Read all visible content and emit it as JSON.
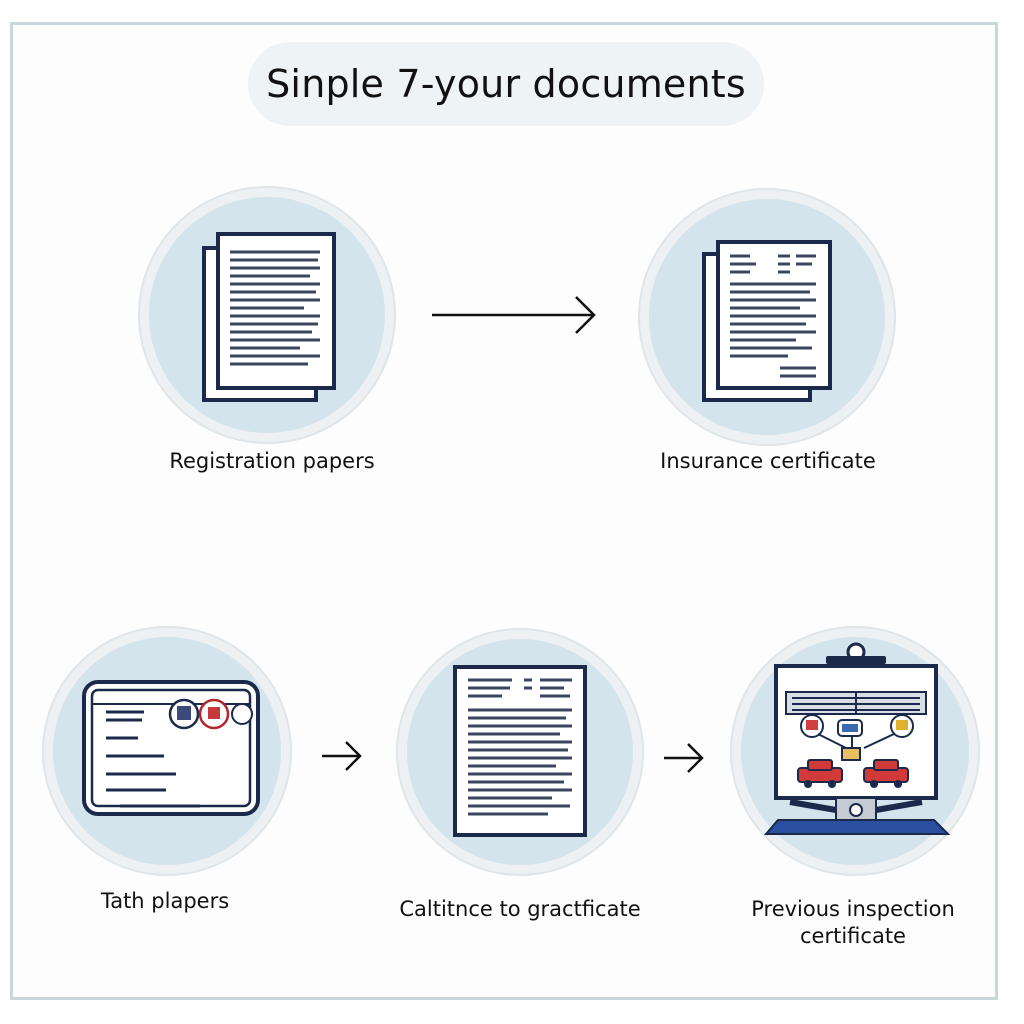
{
  "title": "Sinple 7-your documents",
  "items": [
    {
      "label": "Registration papers",
      "icon": "document-stack-icon"
    },
    {
      "label": "Insurance certificate",
      "icon": "document-stack-icon"
    },
    {
      "label": "Tath plapers",
      "icon": "stamped-card-icon"
    },
    {
      "label": "Caltitnce to gractficate",
      "icon": "document-icon"
    },
    {
      "label_line1": "Previous inspection",
      "label_line2": "certificate",
      "icon": "inspection-board-icon"
    }
  ],
  "colors": {
    "circle_fill": "#d4e4ec",
    "circle_ring": "#eef1f3",
    "ink": "#1b2a4a",
    "frame": "#c9d6dc"
  }
}
